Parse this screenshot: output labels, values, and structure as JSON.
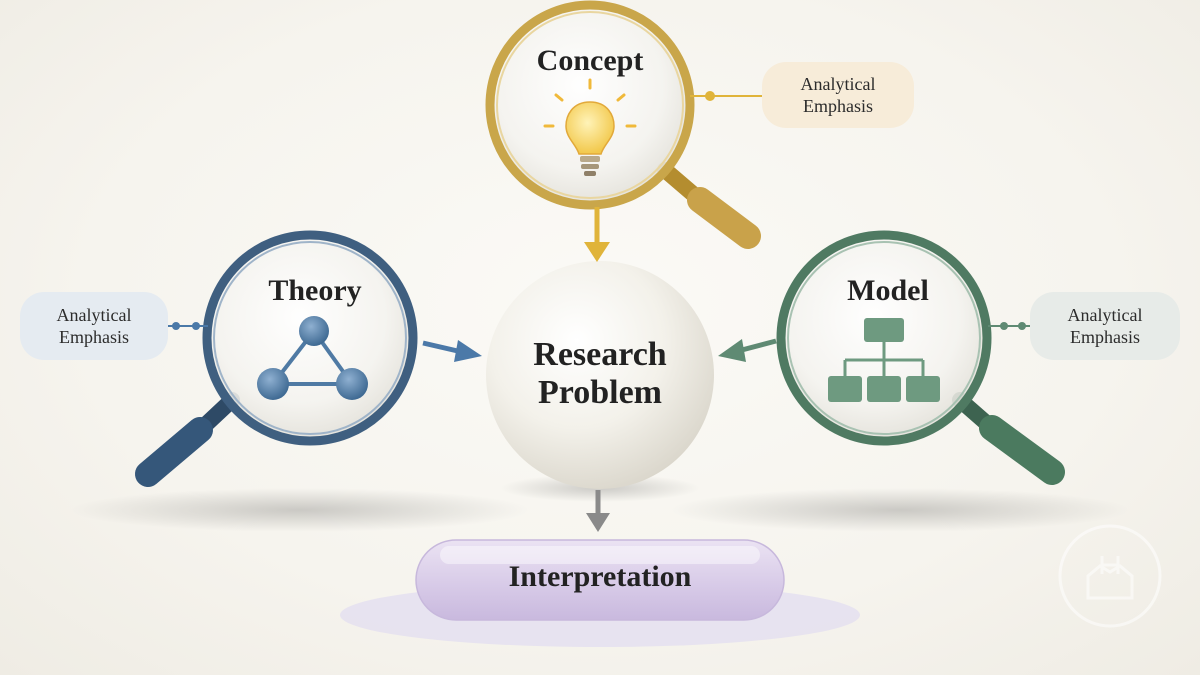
{
  "lenses": {
    "concept": {
      "title": "Concept",
      "tag_line1": "Analytical",
      "tag_line2": "Emphasis",
      "color": "#c9a64a"
    },
    "theory": {
      "title": "Theory",
      "tag_line1": "Analytical",
      "tag_line2": "Emphasis",
      "color": "#3f5f80"
    },
    "model": {
      "title": "Model",
      "tag_line1": "Analytical",
      "tag_line2": "Emphasis",
      "color": "#4f7a62"
    }
  },
  "center": {
    "line1": "Research",
    "line2": "Problem"
  },
  "outcome": {
    "label": "Interpretation",
    "color": "#d9cdea"
  },
  "icons": {
    "concept": "lightbulb-icon",
    "theory": "network-triangle-icon",
    "model": "hierarchy-chart-icon",
    "watermark": "logo-watermark-icon"
  }
}
